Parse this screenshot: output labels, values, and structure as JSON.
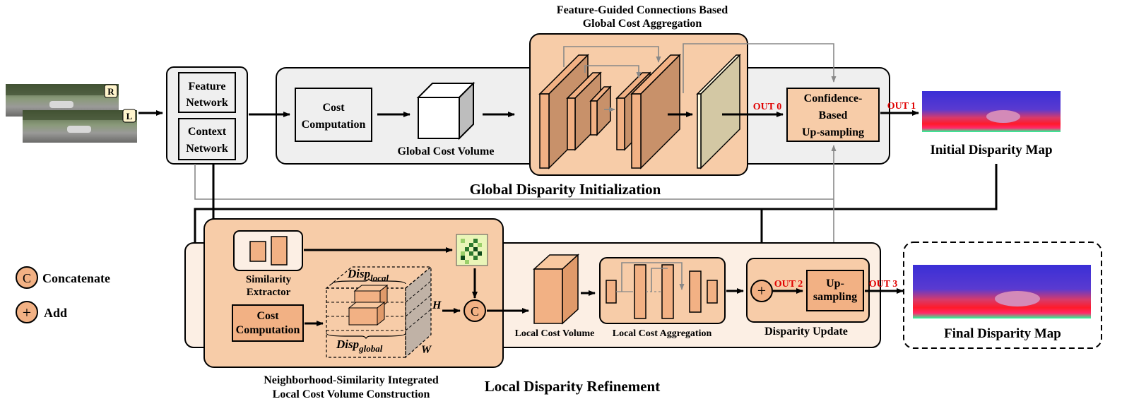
{
  "global_module": {
    "title_line1": "Feature-Guided Connections Based",
    "title_line2": "Global Cost Aggregation",
    "section_label": "Global Disparity Initialization",
    "cost_computation": [
      "Cost",
      "Computation"
    ],
    "cost_volume_label": "Global Cost Volume",
    "upsampling": [
      "Confidence-",
      "Based",
      "Up-sampling"
    ],
    "out0": "OUT 0",
    "out1": "OUT 1"
  },
  "encoder": {
    "feature_network": [
      "Feature",
      "Network"
    ],
    "context_network": [
      "Context",
      "Network"
    ],
    "input_badge_right": "R",
    "input_badge_left": "L"
  },
  "outputs": {
    "initial_map_label": "Initial Disparity Map",
    "final_map_label": "Final Disparity Map"
  },
  "local_module": {
    "section_label": "Local Disparity Refinement",
    "neighborhood_title_line1": "Neighborhood-Similarity Integrated",
    "neighborhood_title_line2": "Local Cost Volume Construction",
    "similarity_extractor": [
      "Similarity",
      "Extractor"
    ],
    "cost_computation": [
      "Cost",
      "Computation"
    ],
    "disp_local_base": "Disp",
    "disp_local_sub": "local",
    "disp_global_base": "Disp",
    "disp_global_sub": "global",
    "axis_h": "H",
    "axis_w": "W",
    "concat_symbol": "C",
    "local_cost_volume_label": "Local Cost Volume",
    "local_cost_aggregation_label": "Local Cost Aggregation",
    "disparity_update_label": "Disparity Update",
    "upsampling": [
      "Up-",
      "sampling"
    ],
    "add_symbol": "+",
    "out2": "OUT 2",
    "out3": "OUT 3"
  },
  "legend": {
    "concat_symbol": "C",
    "concat_label": "Concatenate",
    "add_symbol": "+",
    "add_label": "Add"
  },
  "colors": {
    "orange_fill": "#f7cca8",
    "orange_block": "#f2b184",
    "brown_block": "#c8916a",
    "gray_panel": "#efefef",
    "light_panel": "#fcefe4",
    "red_text": "#e00000"
  }
}
